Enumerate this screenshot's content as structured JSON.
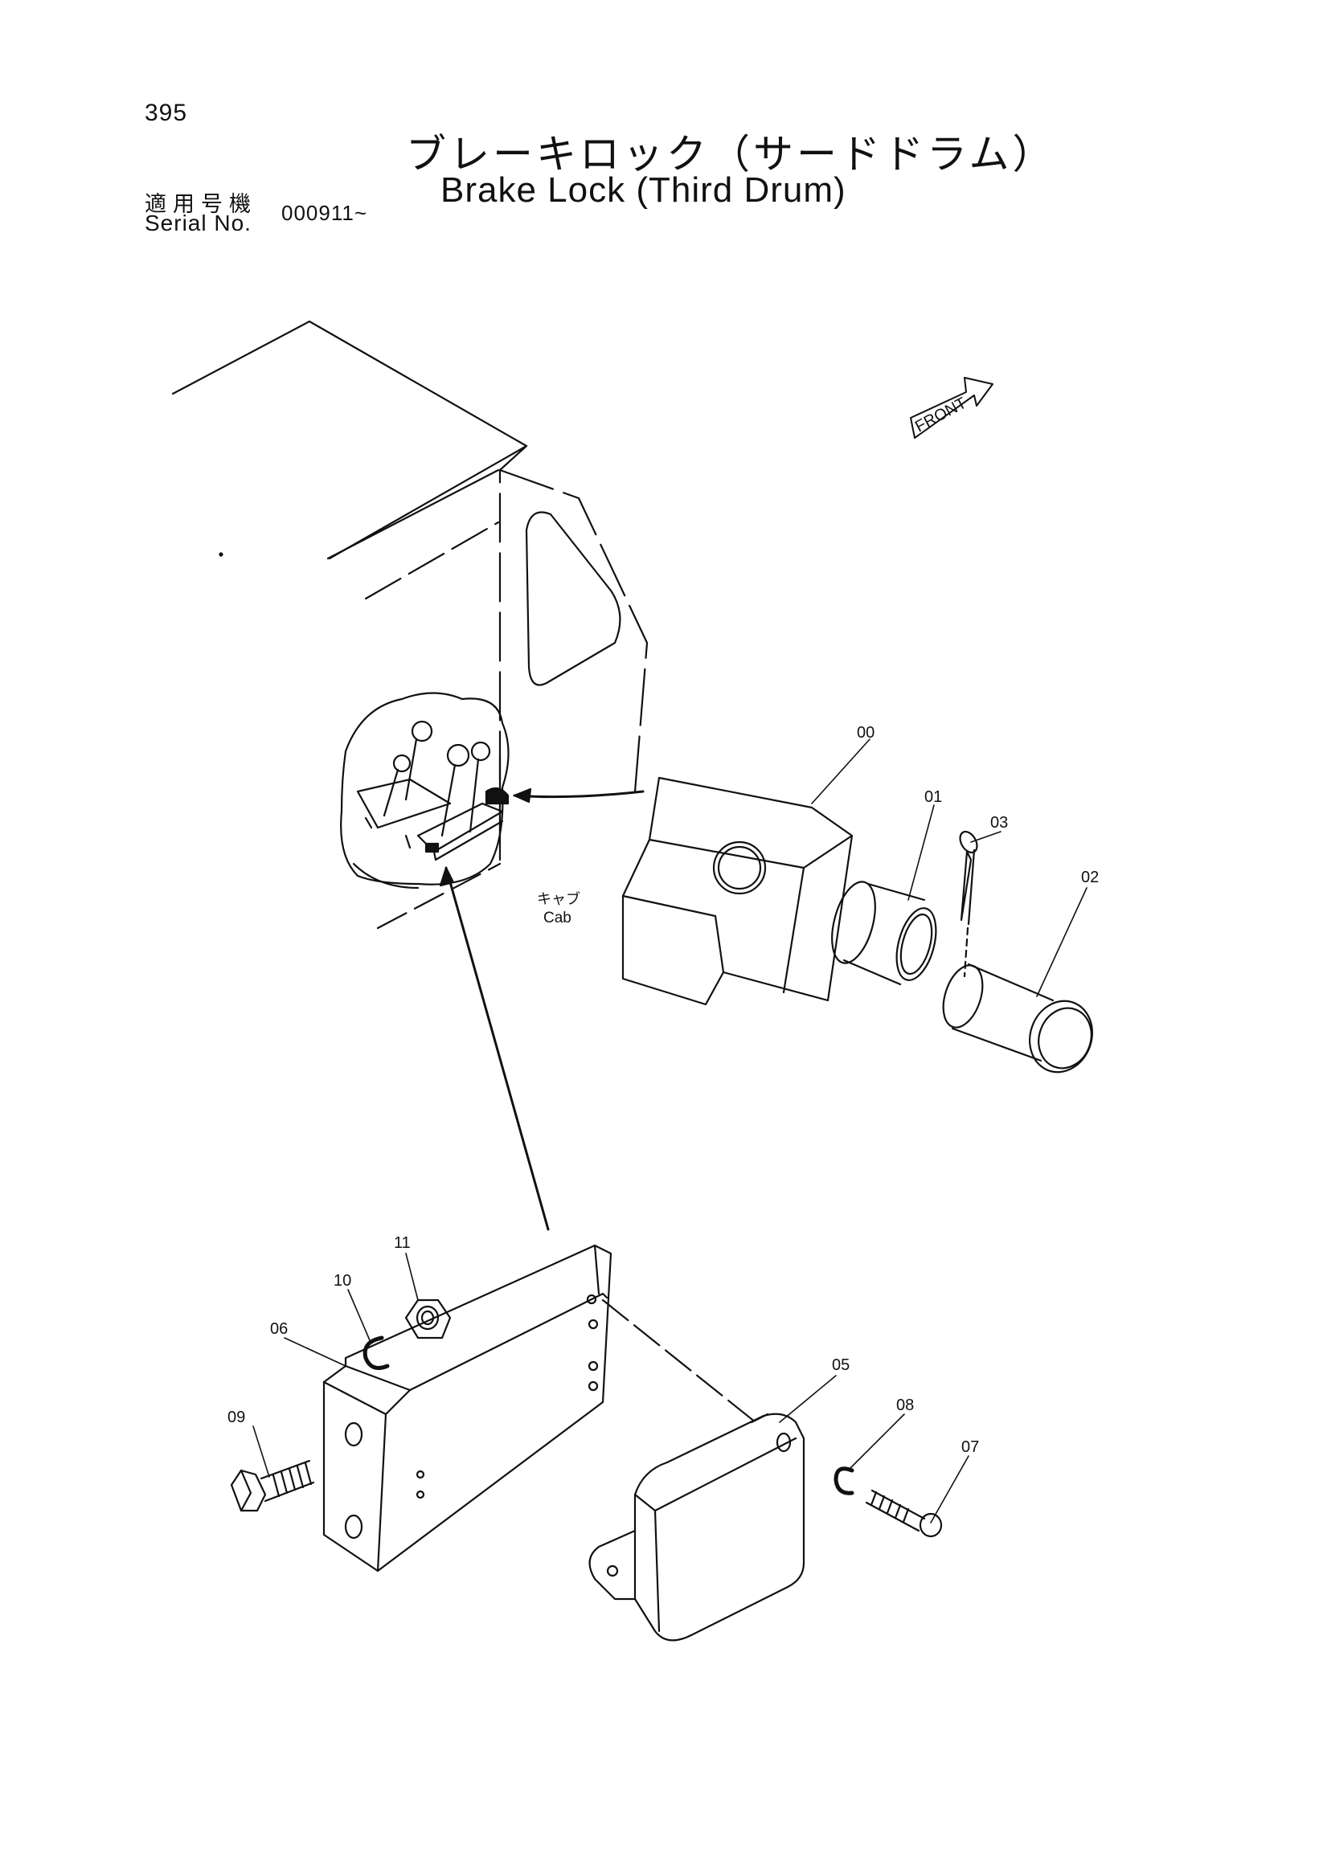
{
  "header": {
    "page_number": "395",
    "title_jp": "ブレーキロック（サードドラム）",
    "title_en": "Brake Lock (Third Drum)",
    "serial_label_jp": "適用号機",
    "serial_label_en": "Serial No.",
    "serial_value": "000911~"
  },
  "diagram": {
    "front_label": "FRONT",
    "cab_label_jp": "キャブ",
    "cab_label_en": "Cab",
    "callouts": [
      {
        "id": "callout-00",
        "label": "00"
      },
      {
        "id": "callout-01",
        "label": "01"
      },
      {
        "id": "callout-02",
        "label": "02"
      },
      {
        "id": "callout-03",
        "label": "03"
      },
      {
        "id": "callout-05",
        "label": "05"
      },
      {
        "id": "callout-06",
        "label": "06"
      },
      {
        "id": "callout-07",
        "label": "07"
      },
      {
        "id": "callout-08",
        "label": "08"
      },
      {
        "id": "callout-09",
        "label": "09"
      },
      {
        "id": "callout-10",
        "label": "10"
      },
      {
        "id": "callout-11",
        "label": "11"
      }
    ]
  }
}
